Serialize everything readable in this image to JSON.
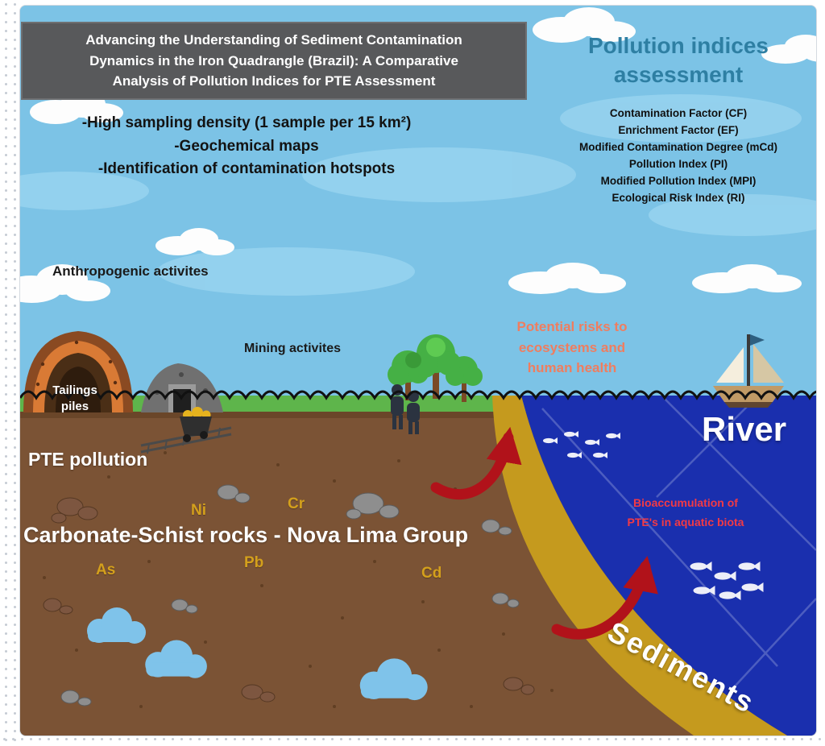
{
  "title": {
    "lines": [
      "Advancing the Understanding of Sediment Contamination",
      "Dynamics in the Iron Quadrangle (Brazil): A Comparative",
      "Analysis of Pollution Indices for PTE Assessment"
    ]
  },
  "indices": {
    "heading_lines": [
      "Pollution indices",
      "assessment"
    ],
    "items": [
      "Contamination Factor (CF)",
      "Enrichment Factor (EF)",
      "Modified Contamination Degree (mCd)",
      "Pollution Index (PI)",
      "Modified Pollution Index (MPI)",
      "Ecological Risk Index (RI)"
    ]
  },
  "highlights": {
    "lines": [
      "-High sampling density (1 sample per 15 km²)",
      "-Geochemical maps",
      "-Identification of contamination hotspots"
    ]
  },
  "labels": {
    "anthropogenic": "Anthropogenic activites",
    "mining": "Mining activites",
    "tailings_lines": [
      "Tailings",
      "piles"
    ],
    "pte_pollution": "PTE pollution",
    "rocks": "Carbonate-Schist rocks - Nova Lima Group",
    "risks_lines": [
      "Potential risks to",
      "ecosystems and",
      "human health"
    ],
    "river": "River",
    "bio_lines": [
      "Bioaccumulation of",
      "PTE's in aquatic biota"
    ],
    "sediments": "Sediments"
  },
  "elements": {
    "ni": "Ni",
    "cr": "Cr",
    "as": "As",
    "pb": "Pb",
    "cd": "Cd"
  },
  "icons": [
    "cloud-icon",
    "mine-entrance-icon",
    "rock-pile-icon",
    "minecart-icon",
    "rail-track-icon",
    "tree-icon",
    "people-icon",
    "sailboat-icon",
    "fish-school-icon",
    "groundwater-cloud-icon",
    "rock-cluster-icon",
    "red-arrow-icon"
  ],
  "colors": {
    "sky": "#7cc3e6",
    "soil": "#7b5335",
    "grass": "#5eb54b",
    "river": "#1a2fae",
    "sediments_band": "#c59a1e",
    "arrow_red": "#b1121a",
    "teal_heading": "#2e7fa3",
    "orange_risk": "#ef7d5f",
    "red_bio": "#f23a45",
    "gold_elements": "#d4a01c",
    "title_box": "#58595b"
  }
}
